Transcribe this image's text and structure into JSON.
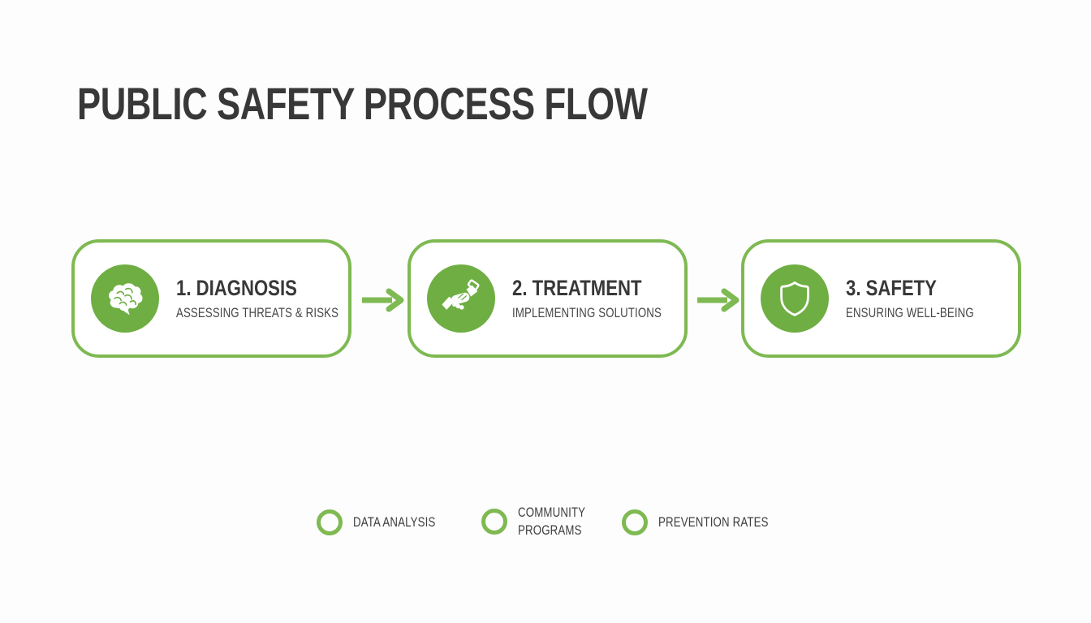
{
  "page": {
    "title": "PUBLIC SAFETY PROCESS FLOW"
  },
  "steps": [
    {
      "label": "1. DIAGNOSIS",
      "description": "ASSESSING THREATS & RISKS",
      "icon": "brain-icon"
    },
    {
      "label": "2. TREATMENT",
      "description": "IMPLEMENTING SOLUTIONS",
      "icon": "handshake-icon"
    },
    {
      "label": "3. SAFETY",
      "description": "ENSURING WELL-BEING",
      "icon": "shield-icon"
    }
  ],
  "connectors": {
    "icon": "arrow-right-icon",
    "count": 2
  },
  "legend": {
    "marker_icon": "circle-outline-icon",
    "items": [
      {
        "label": "DATA ANALYSIS"
      },
      {
        "label": "COMMUNITY PROGRAMS"
      },
      {
        "label": "PREVENTION RATES"
      }
    ]
  },
  "colors": {
    "accent_green": "#7eb952",
    "icon_circle_green": "#6fae43",
    "title_text": "#383838",
    "body_text": "#464646",
    "background": "#fdfdfd"
  }
}
